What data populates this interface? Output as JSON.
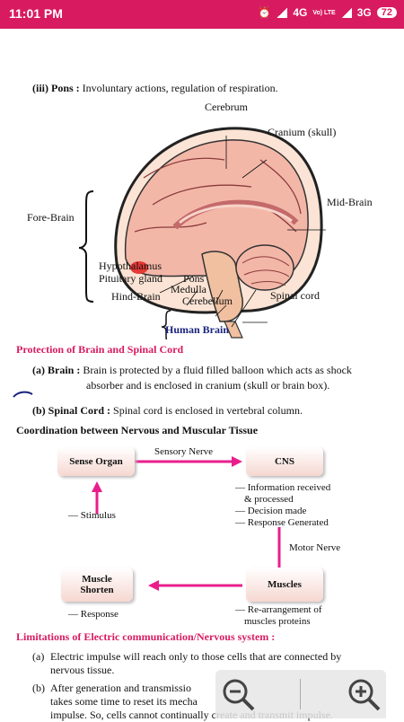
{
  "status": {
    "time": "11:01 PM",
    "net1": "4G",
    "net1b": "Vo) LTE",
    "net2": "3G",
    "battery": "72"
  },
  "pons": {
    "label": "(iii) Pons :",
    "text": "Involuntary actions, regulation of respiration."
  },
  "brain": {
    "caption": "Human Brain",
    "labels": {
      "cerebrum": "Cerebrum",
      "cranium": "Cranium (skull)",
      "midbrain": "Mid-Brain",
      "forebrain": "Fore-Brain",
      "hypothalamus": "Hypothalamus",
      "pituitary": "Pituitary gland",
      "pons": "Pons",
      "medulla": "Medulla",
      "hindbrain": "Hind-Brain",
      "cerebellum": "Cerebellum",
      "spinal": "Spinal cord"
    }
  },
  "protection": {
    "heading": "Protection of Brain and Spinal Cord",
    "a_label": "(a) Brain :",
    "a_line1": "Brain is protected by a fluid filled balloon which acts as shock",
    "a_line2": "absorber and is enclosed in cranium (skull or brain box).",
    "b_label": "(b) Spinal Cord :",
    "b_text": "Spinal cord is enclosed in vertebral column."
  },
  "coordination": {
    "heading": "Coordination between Nervous and Muscular Tissue",
    "sense": "Sense Organ",
    "sensory_nerve": "Sensory Nerve",
    "cns": "CNS",
    "info1": "— Information received",
    "info2": "& processed",
    "info3": "— Decision made",
    "info4": "— Response Generated",
    "stimulus": "— Stimulus",
    "motor_nerve": "Motor Nerve",
    "muscle1": "Muscle",
    "muscle2": "Shorten",
    "muscles": "Muscles",
    "response": "— Response",
    "rearr1": "— Re-arrangement of",
    "rearr2": "muscles proteins"
  },
  "limitations": {
    "heading": "Limitations of Electric communication/Nervous system :",
    "a_label": "(a)",
    "a_line1": "Electric impulse will reach only to those cells that are connected by",
    "a_line2": "nervous tissue.",
    "b_label": "(b)",
    "b_line1": "After generation and transmissio",
    "b_line2": "takes some time to reset its mecha",
    "b_line3": "impulse. So, cells cannot continually create and transmit impulse."
  },
  "zoom": {
    "out_icon": "zoom-out-icon",
    "in_icon": "zoom-in-icon"
  }
}
